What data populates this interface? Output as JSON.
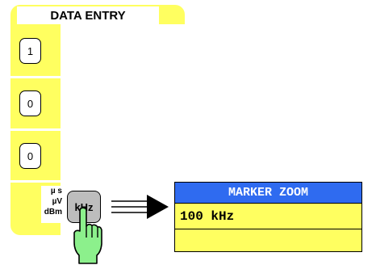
{
  "panel": {
    "title": "DATA ENTRY",
    "keys": [
      "1",
      "0",
      "0"
    ],
    "units": [
      "µ s",
      "µV",
      "dBm"
    ],
    "unit_key_label": "kHz"
  },
  "dialog": {
    "title": "MARKER ZOOM",
    "value": "100 kHz"
  },
  "colors": {
    "panel_yellow": "#ffff60",
    "dialog_title_blue": "#2f6bf0",
    "key_gray": "#bdbdbd",
    "hand_green": "#8cf08c"
  },
  "icons": [
    "pointing-hand-icon",
    "arrow-right-icon"
  ]
}
